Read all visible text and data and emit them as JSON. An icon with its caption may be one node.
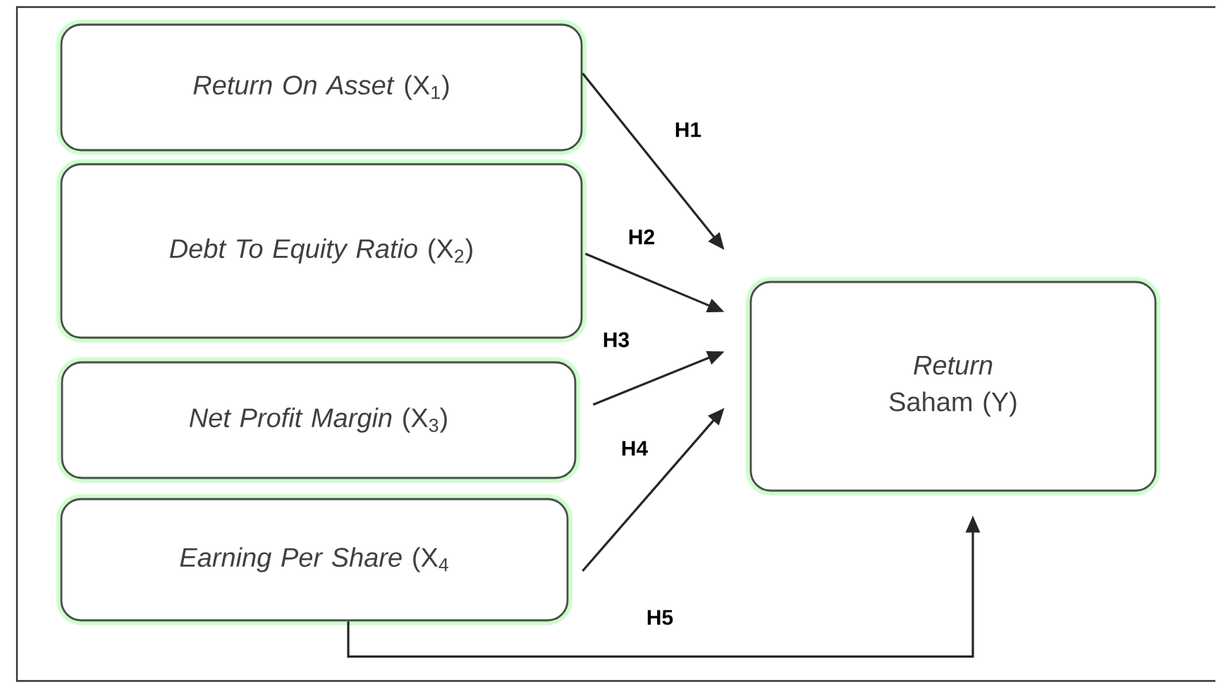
{
  "diagram": {
    "nodes": [
      {
        "text": [
          "*Return On Asset* (X$_{1}$)"
        ]
      },
      {
        "text": [
          "*Debt To Equity Ratio* (X$_{2}$)"
        ]
      },
      {
        "text": [
          "*Net Profit Margin* (X$_{3}$)"
        ]
      },
      {
        "text": [
          "*Earning Per Share* (X$_{4}$"
        ]
      },
      {
        "text": [
          "*Return* Saham (Y)"
        ]
      }
    ],
    "edges": [
      {
        "from": 0,
        "to": 4,
        "arrow": "to",
        "label": "H1"
      },
      {
        "from": 1,
        "to": 4,
        "arrow": "to",
        "label": "H2"
      },
      {
        "from": 2,
        "to": 4,
        "arrow": "to",
        "label": "H3"
      },
      {
        "from": 3,
        "to": 4,
        "arrow": "to",
        "label": "H4"
      },
      {
        "from": 3,
        "to": 4,
        "arrow": "to",
        "label": "H5"
      }
    ]
  }
}
